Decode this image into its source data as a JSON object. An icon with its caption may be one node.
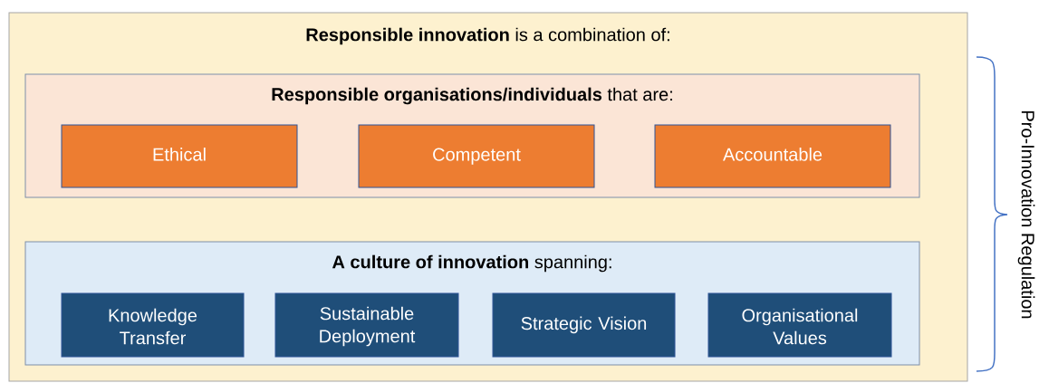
{
  "diagram": {
    "nodes": [
      {
        "text": [
          "**Responsible innovation** is a combination of:"
        ]
      },
      {
        "text": [
          "**Responsible organisations/individuals** that are:"
        ],
        "in": 0
      },
      {
        "text": [
          "Ethical"
        ],
        "in": 1
      },
      {
        "text": [
          "Competent"
        ],
        "in": 1
      },
      {
        "text": [
          "Accountable"
        ],
        "in": 1
      },
      {
        "text": [
          "**A culture of innovation** spanning:"
        ],
        "in": 0
      },
      {
        "text": [
          "Knowledge Transfer"
        ],
        "in": 5
      },
      {
        "text": [
          "Sustainable Deployment"
        ],
        "in": 5
      },
      {
        "text": [
          "Strategic Vision"
        ],
        "in": 5
      },
      {
        "text": [
          "Organisational Values"
        ],
        "in": 5
      }
    ],
    "labels": [
      "Pro-Innovation Regulation"
    ]
  }
}
